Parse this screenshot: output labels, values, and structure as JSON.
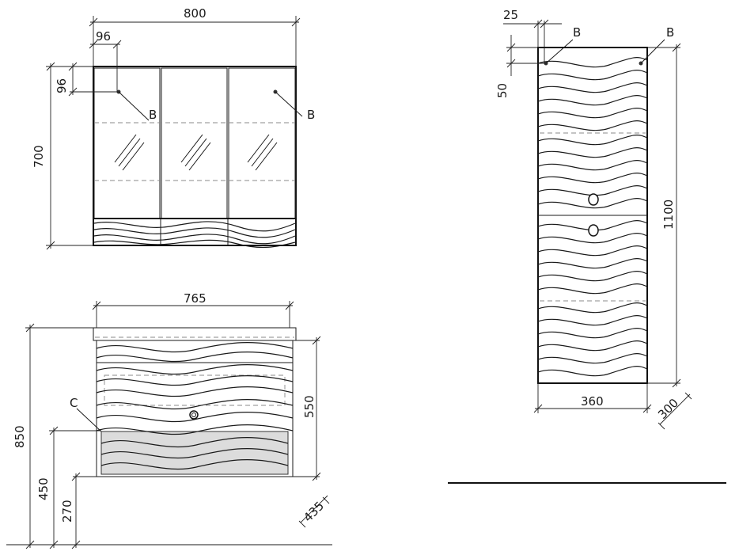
{
  "dimensions": {
    "mirror_width": "800",
    "mirror_offset_x": "96",
    "mirror_offset_y": "96",
    "mirror_height": "700",
    "vanity_width": "765",
    "vanity_height": "550",
    "vanity_total_height": "850",
    "level_450": "450",
    "level_270": "270",
    "vanity_depth": "435",
    "column_offset": "25",
    "column_top_offset": "50",
    "column_height": "1100",
    "column_width": "360",
    "column_depth": "300"
  },
  "markers": {
    "mirror_b1": "B",
    "mirror_b2": "B",
    "column_b1": "B",
    "column_b2": "B",
    "vanity_c": "C"
  }
}
